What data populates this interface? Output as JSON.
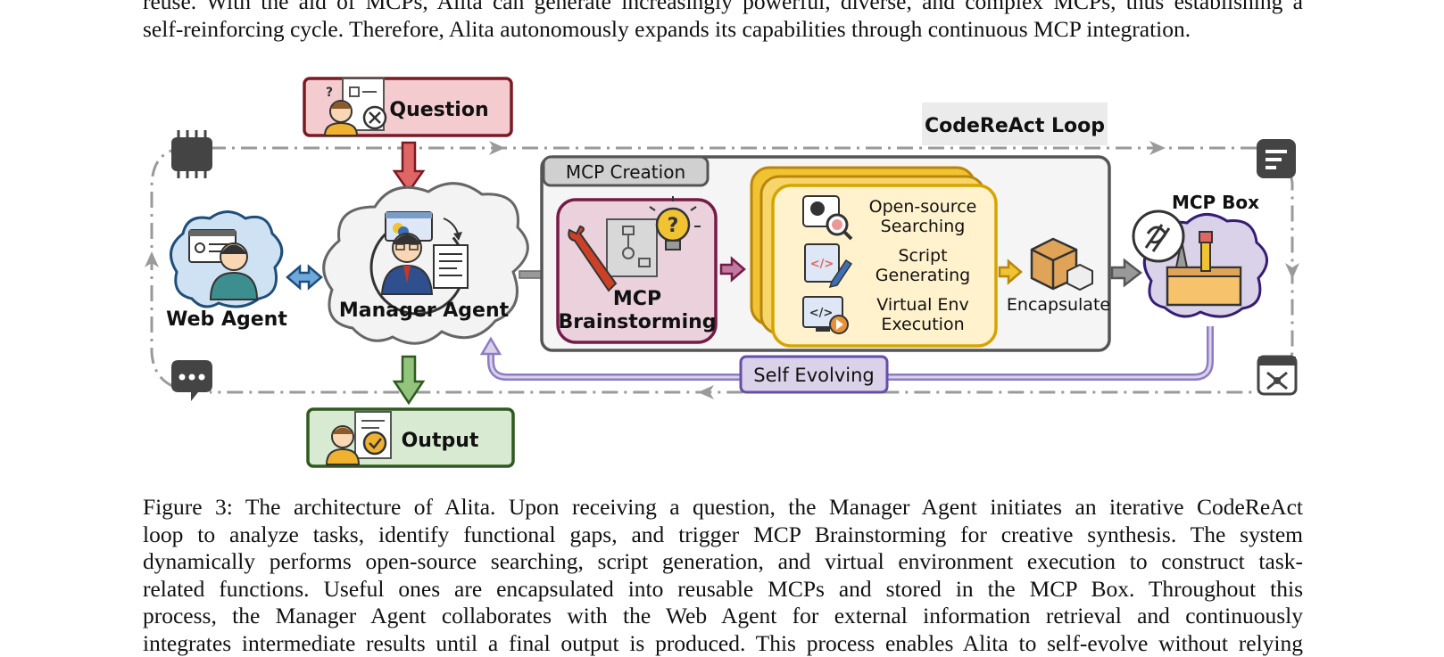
{
  "top_text": {
    "lines": [
      "reuse. With the aid of MCPs, Alita can generate increasingly powerful, diverse, and complex MCPs, thus establishing a",
      "self-reinforcing cycle. Therefore, Alita autonomously expands its capabilities through continuous MCP integration."
    ]
  },
  "figure": {
    "question_label": "Question",
    "output_label": "Output",
    "manager_agent_label": "Manager Agent",
    "web_agent_label": "Web Agent",
    "codereact_loop_label": "CodeReAct Loop",
    "mcp_creation_label": "MCP Creation",
    "mcp_brainstorming_line1": "MCP",
    "mcp_brainstorming_line2": "Brainstorming",
    "steps": [
      {
        "line1": "Open-source",
        "line2": "Searching"
      },
      {
        "line1": "Script",
        "line2": "Generating"
      },
      {
        "line1": "Virtual Env",
        "line2": "Execution"
      }
    ],
    "encapsulate_label": "Encapsulate",
    "mcp_box_label": "MCP Box",
    "self_evolving_label": "Self Evolving",
    "colors": {
      "question_fill": "#f4cccf",
      "question_border": "#7a1a24",
      "output_fill": "#d9ead3",
      "output_border": "#2f5a1f",
      "brainstorm_fill": "#ead1dc",
      "brainstorm_border": "#741b47",
      "step_fill": "#fff2cc",
      "step_border": "#d6a400",
      "self_evolving": "#8e7cc3",
      "loop_line": "#9a9a9a"
    }
  },
  "caption": {
    "lines": [
      "Figure 3: The architecture of Alita. Upon receiving a question, the Manager Agent initiates an iterative CodeReAct",
      "loop to analyze tasks, identify functional gaps, and trigger MCP Brainstorming for creative synthesis. The system",
      "dynamically performs open-source searching, script generation, and virtual environment execution to construct task-",
      "related functions. Useful ones are encapsulated into reusable MCPs and stored in the MCP Box. Throughout this",
      "process, the Manager Agent collaborates with the Web Agent for external information retrieval and continuously",
      "integrates intermediate results until a final output is produced. This process enables Alita to self-evolve without relying"
    ]
  }
}
